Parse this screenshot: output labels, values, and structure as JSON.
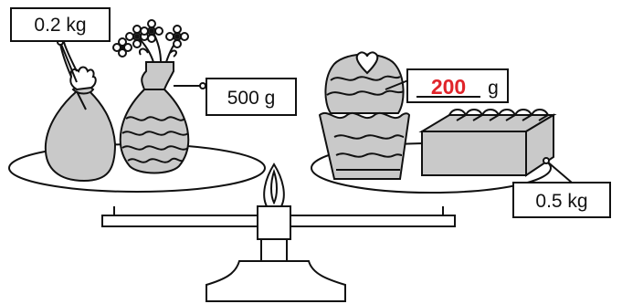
{
  "tags": {
    "bag": "0.2 kg",
    "vase": "500 g",
    "cake_value": "200",
    "cake_unit": "g",
    "loaf": "0.5 kg"
  },
  "colors": {
    "answer": "#e0242a",
    "item_fill": "#c9c9c9",
    "outline": "#111111"
  },
  "icons": [
    "hand-icon",
    "flower-icon",
    "heart-icon"
  ]
}
